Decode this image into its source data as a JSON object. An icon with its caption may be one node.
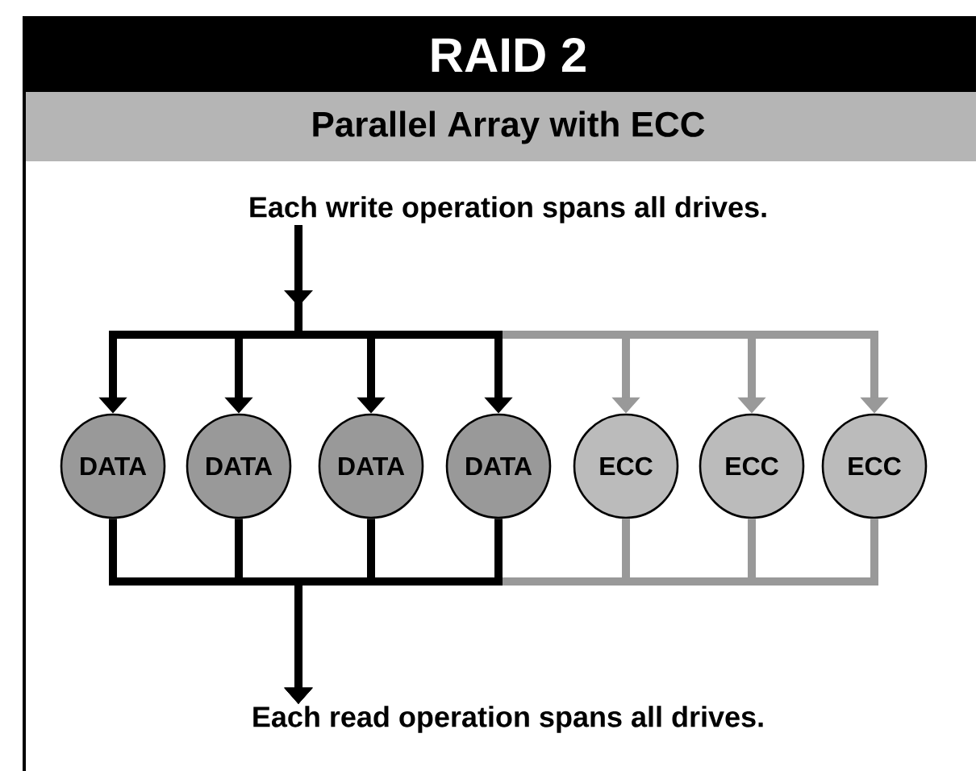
{
  "diagram": {
    "title": "RAID 2",
    "nodes": [
      {
        "text": [
          "Each write operation spans all drives."
        ]
      },
      {
        "text": [
          "DATA"
        ]
      },
      {
        "text": [
          "DATA"
        ]
      },
      {
        "text": [
          "DATA"
        ]
      },
      {
        "text": [
          "DATA"
        ]
      },
      {
        "text": [
          "ECC"
        ]
      },
      {
        "text": [
          "ECC"
        ]
      },
      {
        "text": [
          "ECC"
        ]
      },
      {
        "text": [
          "Each read operation spans all drives."
        ]
      }
    ],
    "edges": [
      {
        "from": 0,
        "to": 1,
        "arrow": "to"
      },
      {
        "from": 0,
        "to": 2,
        "arrow": "to"
      },
      {
        "from": 0,
        "to": 3,
        "arrow": "to"
      },
      {
        "from": 0,
        "to": 4,
        "arrow": "to"
      },
      {
        "from": 0,
        "to": 5,
        "arrow": "to",
        "color": "#999999"
      },
      {
        "from": 0,
        "to": 6,
        "arrow": "to",
        "color": "#999999"
      },
      {
        "from": 0,
        "to": 7,
        "arrow": "to",
        "color": "#999999"
      },
      {
        "from": 1,
        "to": 8,
        "arrow": "to"
      },
      {
        "from": 2,
        "to": 8,
        "arrow": "to"
      },
      {
        "from": 3,
        "to": 8,
        "arrow": "to"
      },
      {
        "from": 4,
        "to": 8,
        "arrow": "to"
      },
      {
        "from": 5,
        "to": 8,
        "arrow": "to",
        "color": "#999999"
      },
      {
        "from": 6,
        "to": 8,
        "arrow": "to",
        "color": "#999999"
      },
      {
        "from": 7,
        "to": 8,
        "arrow": "to",
        "color": "#999999"
      }
    ],
    "labels": [
      "Parallel Array with ECC"
    ]
  }
}
